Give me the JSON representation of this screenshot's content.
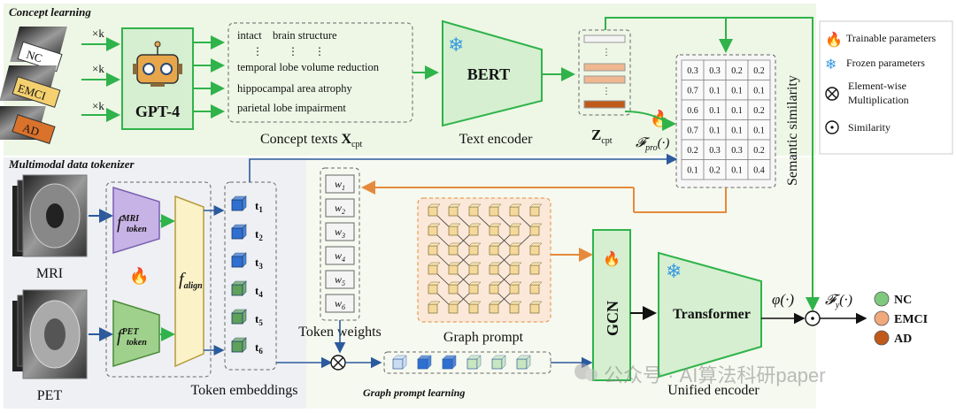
{
  "sections": {
    "concept": "Concept learning",
    "tokenizer": "Multimodal data tokenizer",
    "graph_prompt_learning": "Graph prompt learning"
  },
  "inputs": {
    "nc": "NC",
    "emci": "EMCI",
    "ad": "AD",
    "multiplier": "×k"
  },
  "gpt": "GPT-4",
  "concepts": {
    "line1a": "intact",
    "line1b": "brain structure",
    "dots": "⋮",
    "items": [
      "temporal lobe volume reduction",
      "hippocampal area atrophy",
      "parietal lobe impairment"
    ],
    "caption": "Concept texts ",
    "caption_sym": "X",
    "caption_sub": "cpt"
  },
  "bert": "BERT",
  "text_encoder": "Text encoder",
  "z": {
    "sym": "Z",
    "sub": "cpt"
  },
  "fpro": {
    "sym": "𝓕",
    "sub": "pro",
    "arg": "(·)"
  },
  "matrix": [
    [
      "0.3",
      "0.3",
      "0.2",
      "0.2"
    ],
    [
      "0.7",
      "0.1",
      "0.1",
      "0.1"
    ],
    [
      "0.6",
      "0.1",
      "0.1",
      "0.2"
    ],
    [
      "0.7",
      "0.1",
      "0.1",
      "0.1"
    ],
    [
      "0.2",
      "0.3",
      "0.3",
      "0.2"
    ],
    [
      "0.1",
      "0.2",
      "0.1",
      "0.4"
    ]
  ],
  "semantic_similarity": "Semantic similarity",
  "legend": {
    "trainable": "Trainable parameters",
    "frozen": "Frozen parameters",
    "elementwise_1": "Element-wise",
    "elementwise_2": "Multiplication",
    "similarity": "Similarity"
  },
  "modalities": {
    "mri": "MRI",
    "pet": "PET"
  },
  "tokenizers": {
    "mri_f": "f",
    "mri_sup": "MRI",
    "mri_sub": "token",
    "pet_f": "f",
    "pet_sup": "PET",
    "pet_sub": "token",
    "align_f": "f",
    "align_sub": "align"
  },
  "tokens": {
    "labels": [
      "1",
      "2",
      "3",
      "4",
      "5",
      "6"
    ],
    "prefix": "t",
    "colors": [
      "#2f6fd0",
      "#2f6fd0",
      "#2f6fd0",
      "#5fa05a",
      "#5fa05a",
      "#5fa05a"
    ]
  },
  "token_embeddings": "Token embeddings",
  "weights": {
    "prefix": "w",
    "labels": [
      "1",
      "2",
      "3",
      "4",
      "5",
      "6"
    ]
  },
  "token_weights": "Token weights",
  "graph_prompt": "Graph prompt",
  "gcn": "GCN",
  "transformer": "Transformer",
  "unified_encoder": "Unified encoder",
  "phi": "φ(·)",
  "fy": {
    "sym": "𝓕",
    "sub": "y",
    "arg": "(·)"
  },
  "outputs": {
    "labels": [
      "NC",
      "EMCI",
      "AD"
    ],
    "colors": [
      "#7fc97f",
      "#f0a97a",
      "#c05a1a"
    ]
  },
  "watermark": "公众号 · AI算法科研paper",
  "colors": {
    "green_bg": "#eef7e6",
    "gray_bg": "#eef0f3",
    "green_box": "#d5efd0",
    "arrow_green": "#2fb34a",
    "arrow_blue": "#2b5a9e",
    "arrow_orange": "#e58a3c",
    "yellow": "#fbf2c8",
    "purple": "#c7b3e6",
    "green_tok": "#9fd08c"
  }
}
